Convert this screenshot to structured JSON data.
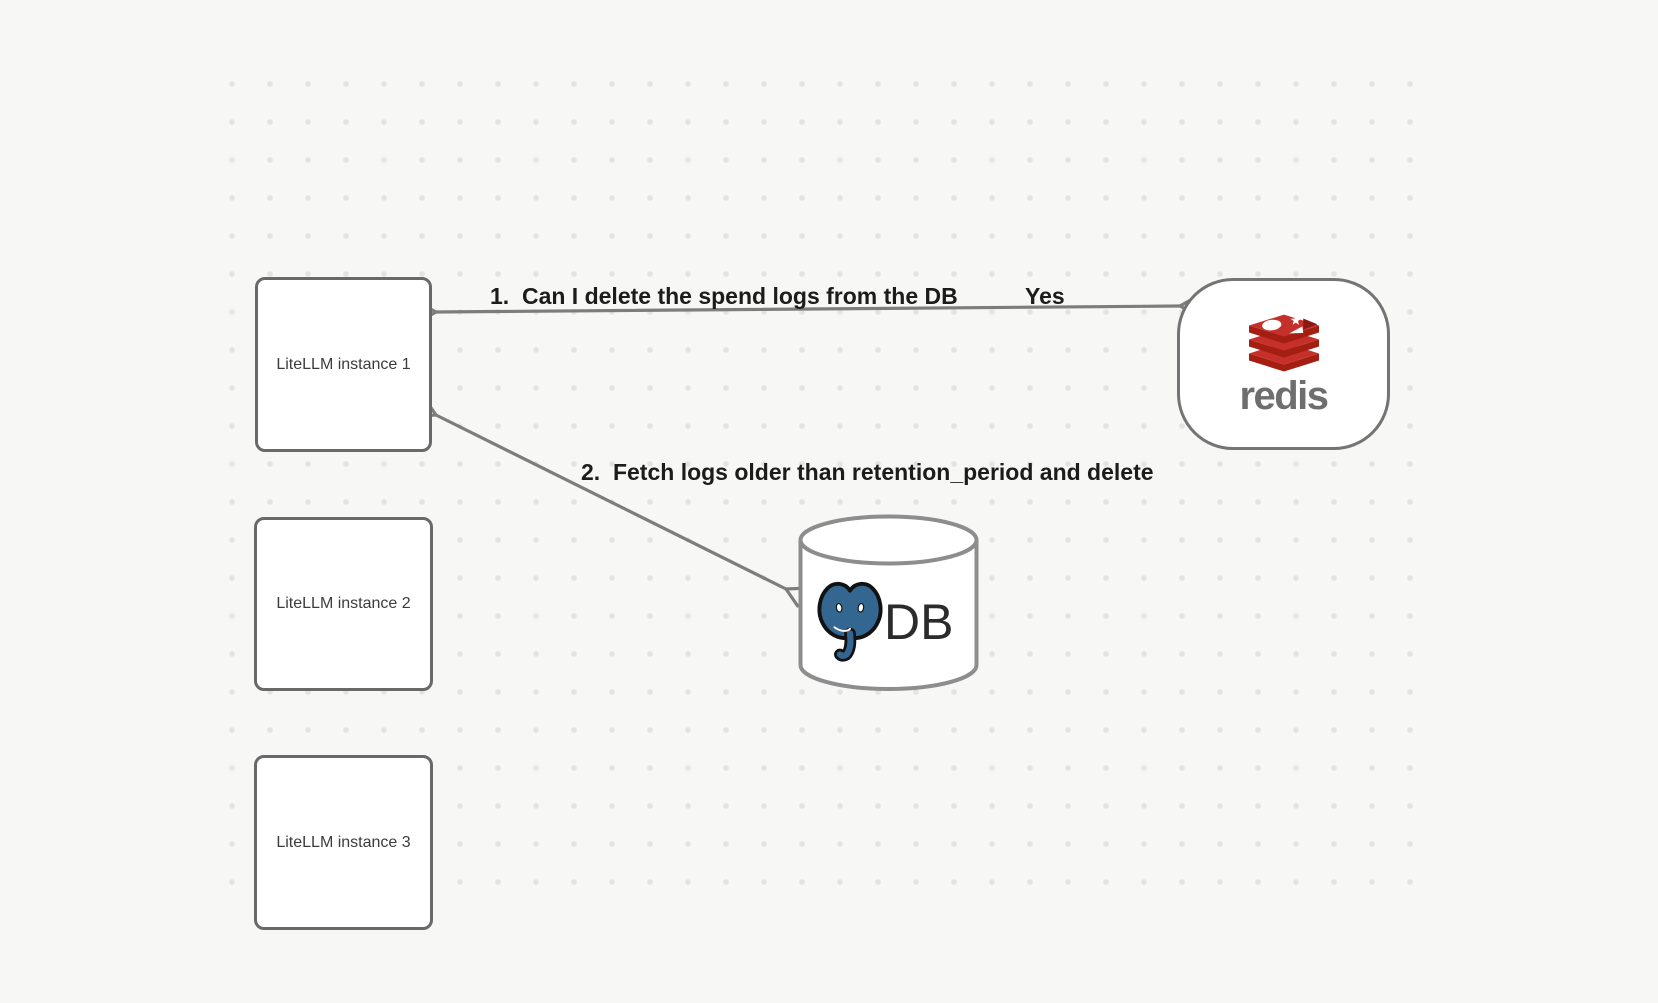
{
  "diagram": {
    "background": {
      "color": "#f7f7f6",
      "dot_color": "#e3e3e1"
    },
    "instances": [
      {
        "label": "LiteLLM instance 1"
      },
      {
        "label": "LiteLLM instance 2"
      },
      {
        "label": "LiteLLM instance 3"
      }
    ],
    "redis": {
      "wordmark": "redis",
      "logo_icon": "redis-cube-icon",
      "red": "#c6302b",
      "dark_red": "#a41e11"
    },
    "database": {
      "label": "DB",
      "logo_icon": "postgresql-elephant-icon",
      "blue": "#336791"
    },
    "arrows": [
      {
        "label": "1.  Can I delete the spend logs from the DB",
        "response": "Yes",
        "from": "LiteLLM instance 1",
        "to": "redis",
        "bidirectional": true
      },
      {
        "label": "2.  Fetch logs older than retention_period and delete",
        "from": "LiteLLM instance 1",
        "to": "DB",
        "bidirectional": true
      }
    ]
  }
}
